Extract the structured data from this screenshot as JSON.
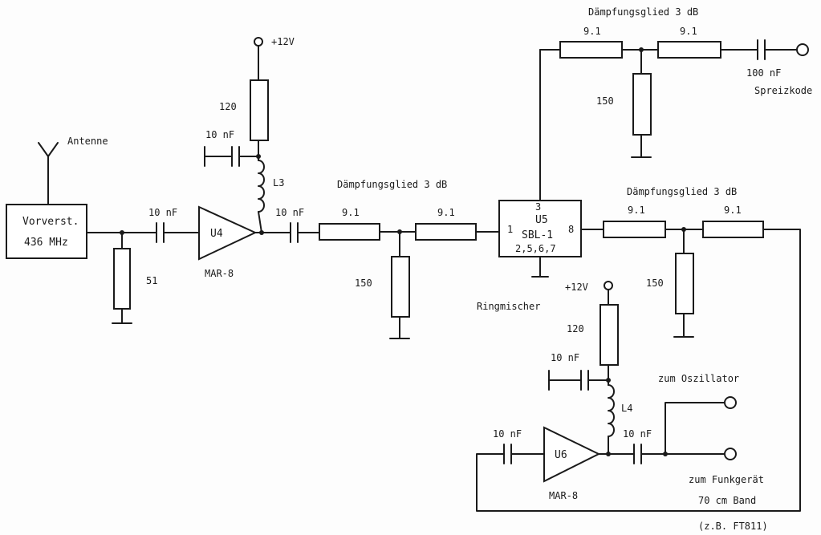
{
  "labels": {
    "antenna": "Antenne",
    "preamp_line1": "Vorverst.",
    "preamp_line2": "436 MHz",
    "r51": "51",
    "c_in": "10 nF",
    "u4": "U4",
    "mar8_a": "MAR-8",
    "vcc_a": "+12V",
    "r120_a": "120",
    "c_dec_a": "10 nF",
    "l3": "L3",
    "c_u4_out": "10 nF",
    "att1_title": "Dämpfungsglied 3 dB",
    "att1_r1": "9.1",
    "att1_r2": "9.1",
    "att1_r3": "150",
    "u5": "U5",
    "sbl1": "SBL-1",
    "pin3": "3",
    "pin1": "1",
    "pin8": "8",
    "pins_gnd": "2,5,6,7",
    "ringmixer": "Ringmischer",
    "att2_title": "Dämpfungsglied 3 dB",
    "att2_r1": "9.1",
    "att2_r2": "9.1",
    "att2_r3": "150",
    "c_spread": "100 nF",
    "spreizkode": "Spreizkode",
    "att3_title": "Dämpfungsglied 3 dB",
    "att3_r1": "9.1",
    "att3_r2": "9.1",
    "att3_r3": "150",
    "vcc_b": "+12V",
    "r120_b": "120",
    "c_dec_b": "10 nF",
    "l4": "L4",
    "c_u6_in": "10 nF",
    "u6": "U6",
    "mar8_b": "MAR-8",
    "c_u6_out": "10 nF",
    "to_osc": "zum Oszillator",
    "to_radio": "zum Funkgerät",
    "band": "70 cm Band",
    "example": "(z.B. FT811)"
  }
}
